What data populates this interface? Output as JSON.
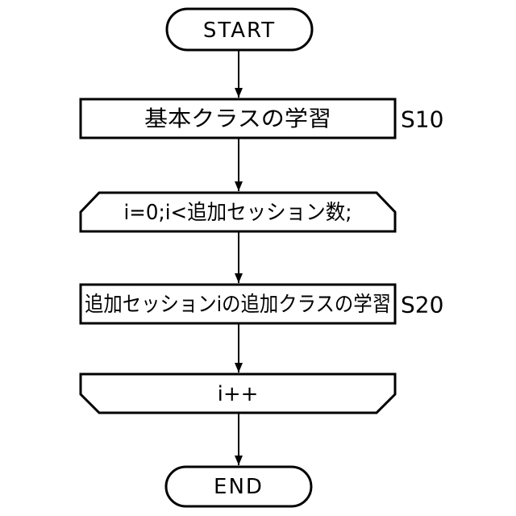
{
  "page": {
    "background": "#ffffff"
  },
  "diagram": {
    "type": "flowchart",
    "orientation": "top-to-bottom",
    "colors": {
      "stroke": "#000000",
      "node_fill": "#ffffff",
      "text": "#000000"
    },
    "nodes": [
      {
        "id": "start",
        "type": "terminator",
        "label": "START"
      },
      {
        "id": "s10",
        "type": "process",
        "label": "基本クラスの学習",
        "step": "S10"
      },
      {
        "id": "loop-start",
        "type": "loop-limit-start",
        "label": "i=0;i<追加セッション数;"
      },
      {
        "id": "s20",
        "type": "process",
        "label": "追加セッションiの追加クラスの学習",
        "step": "S20"
      },
      {
        "id": "loop-end",
        "type": "loop-limit-end",
        "label": "i++"
      },
      {
        "id": "end",
        "type": "terminator",
        "label": "END"
      }
    ],
    "edges": [
      {
        "from": "start",
        "to": "s10"
      },
      {
        "from": "s10",
        "to": "loop-start"
      },
      {
        "from": "loop-start",
        "to": "s20"
      },
      {
        "from": "s20",
        "to": "loop-end"
      },
      {
        "from": "loop-end",
        "to": "end"
      }
    ]
  }
}
